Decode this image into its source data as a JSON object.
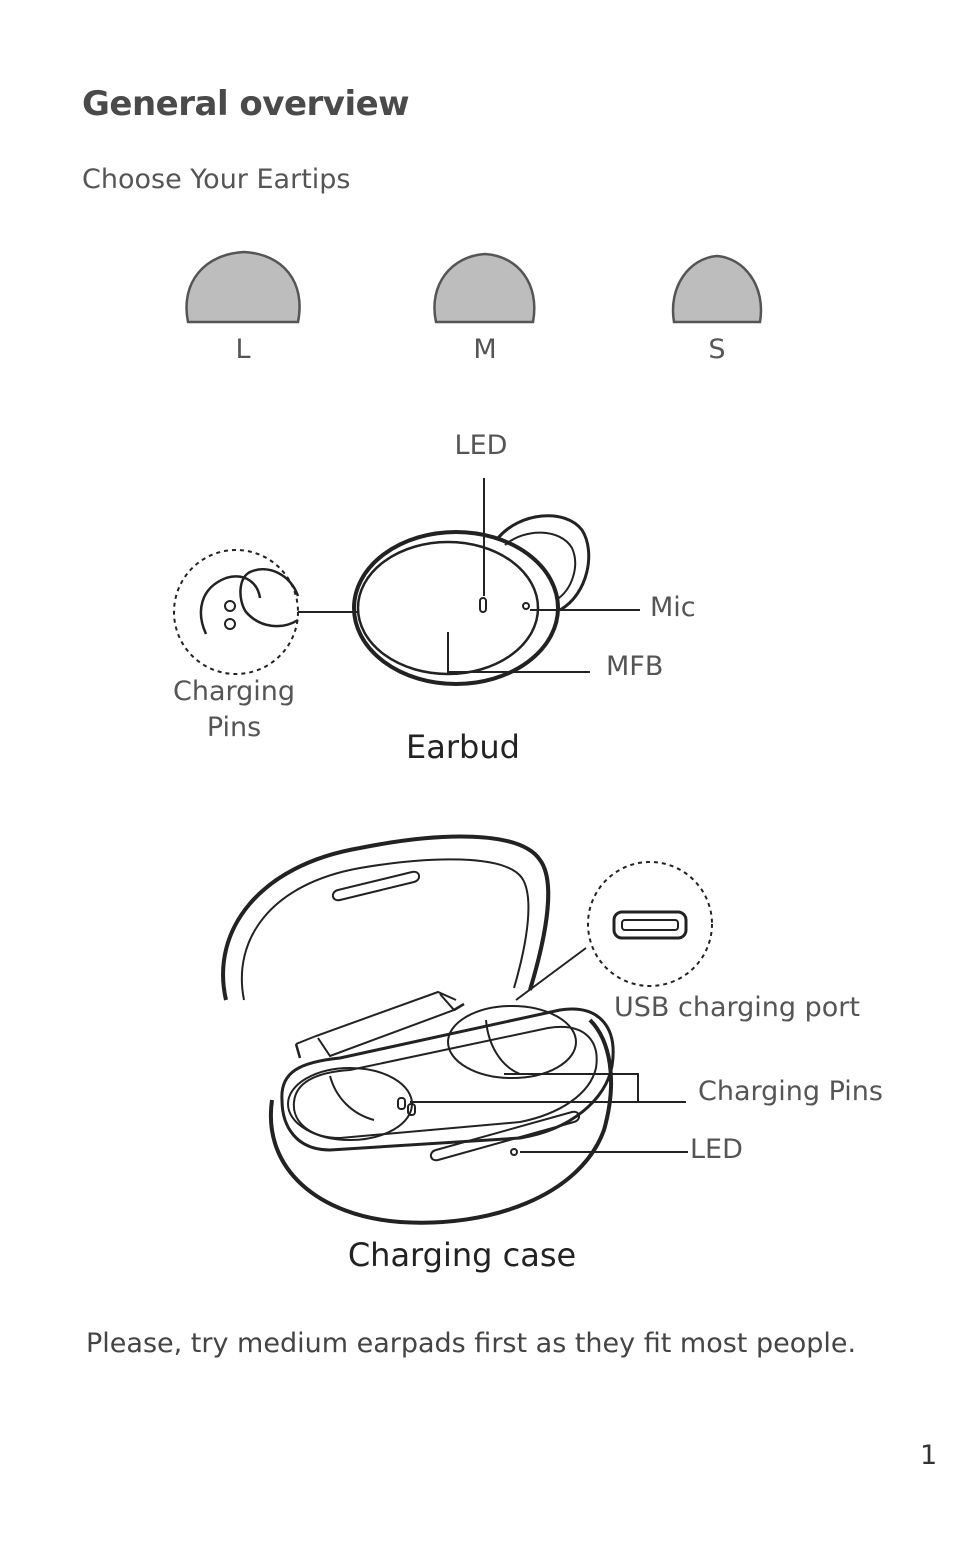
{
  "header": {
    "title": "General overview",
    "subtitle": "Choose Your Eartips"
  },
  "eartips": [
    {
      "label": "L"
    },
    {
      "label": "M"
    },
    {
      "label": "S"
    }
  ],
  "earbud": {
    "caption": "Earbud",
    "labels": {
      "led": "LED",
      "mic": "Mic",
      "mfb": "MFB",
      "charging_pins_line1": "Charging",
      "charging_pins_line2": "Pins"
    }
  },
  "case": {
    "caption": "Charging case",
    "labels": {
      "usb_port": "USB charging port",
      "charging_pins": "Charging Pins",
      "led": "LED"
    }
  },
  "note": "Please, try medium earpads first as they fit most people.",
  "page_number": "1"
}
